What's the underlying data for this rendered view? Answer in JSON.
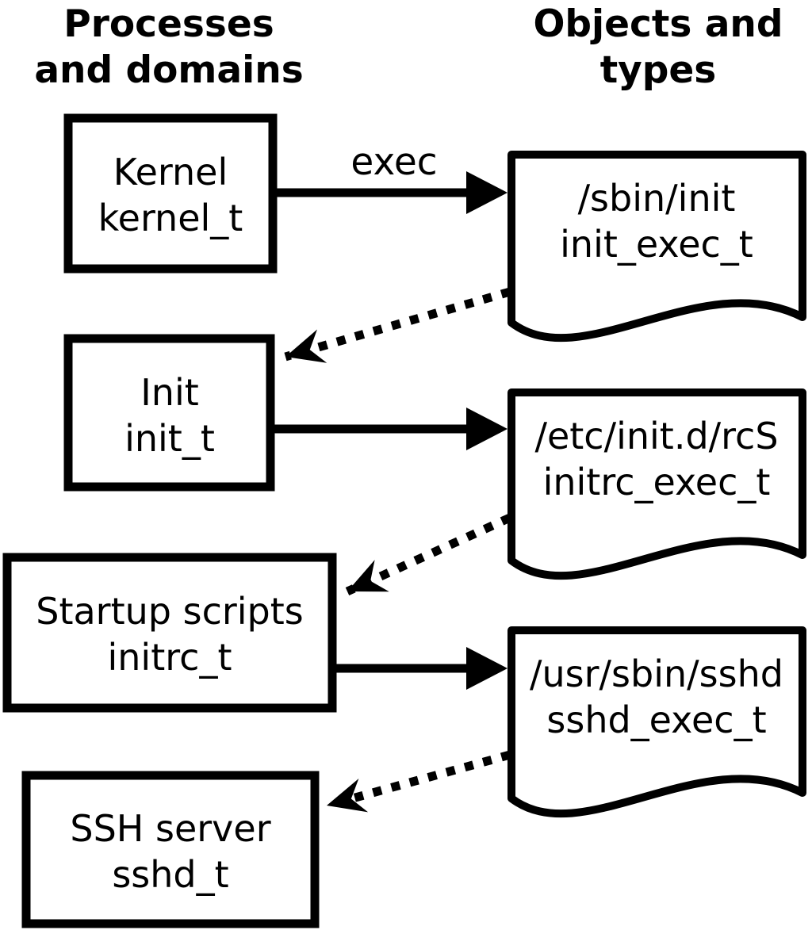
{
  "headings": {
    "processes_line1": "Processes",
    "processes_line2": "and domains",
    "objects_line1": "Objects and",
    "objects_line2": "types"
  },
  "arrows": {
    "exec_label": "exec"
  },
  "processes": [
    {
      "label": "Kernel",
      "domain": "kernel_t"
    },
    {
      "label": "Init",
      "domain": "init_t"
    },
    {
      "label": "Startup scripts",
      "domain": "initrc_t"
    },
    {
      "label": "SSH server",
      "domain": "sshd_t"
    }
  ],
  "objects": [
    {
      "path": "/sbin/init",
      "type": "init_exec_t"
    },
    {
      "path": "/etc/init.d/rcS",
      "type": "initrc_exec_t"
    },
    {
      "path": "/usr/sbin/sshd",
      "type": "sshd_exec_t"
    }
  ],
  "colors": {
    "foreground": "#000000",
    "background": "#ffffff"
  }
}
